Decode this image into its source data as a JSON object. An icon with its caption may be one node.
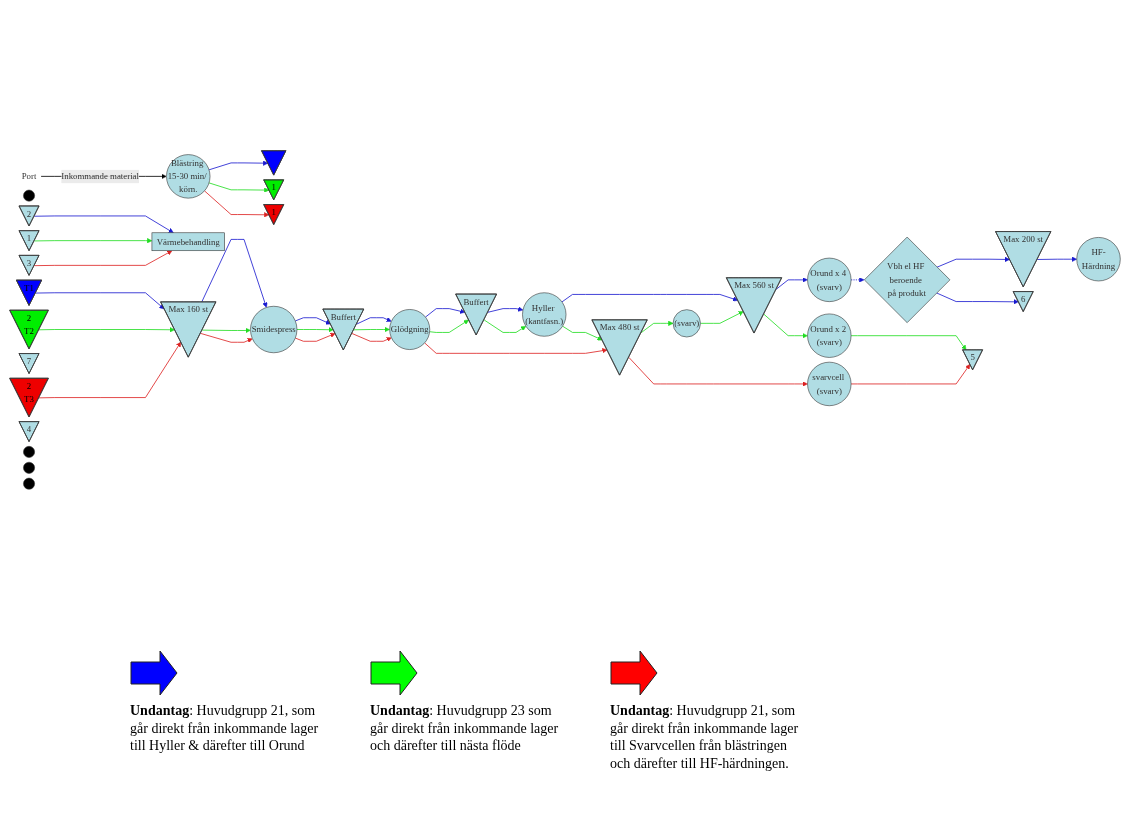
{
  "diagram": {
    "nodes": [
      {
        "text": [
          "Port"
        ]
      },
      {
        "text": [
          "Blästring 15-30 min/ körn."
        ]
      },
      {
        "text": [
          "Glödgning"
        ]
      },
      {
        "text": [
          "Max 480 st"
        ]
      },
      {
        "text": [
          "(svarv)"
        ]
      },
      {
        "text": [
          "svarvcell (svarv)"
        ]
      },
      {
        "text": [],
        "shape": "circle"
      },
      {
        "text": [
          "Orund x 2 (svarv)"
        ]
      },
      {
        "text": [
          "Värmebehandling"
        ]
      },
      {
        "text": [
          "Buffert"
        ]
      },
      {
        "text": [],
        "shape": "triangle"
      },
      {
        "text": [
          "T1"
        ]
      },
      {
        "text": [
          "1"
        ]
      },
      {
        "text": [
          "2",
          "T2"
        ]
      },
      {
        "text": [
          "1"
        ]
      },
      {
        "text": [
          "2",
          "T3"
        ]
      },
      {
        "text": [
          "5"
        ]
      },
      {
        "text": [
          "1"
        ]
      },
      {
        "text": [
          "6"
        ]
      },
      {
        "text": [
          "2"
        ]
      },
      {
        "text": [
          "7"
        ]
      },
      {
        "text": [
          "3"
        ]
      },
      {
        "text": [
          "4"
        ]
      },
      {
        "text": [
          "Vbh el HF beroende på produkt"
        ]
      },
      {
        "text": [
          "Buffert"
        ]
      },
      {
        "text": [
          "Max 200 st"
        ]
      },
      {
        "text": [
          "Hyller (kantfasn.)"
        ]
      },
      {
        "text": [],
        "shape": "circle"
      },
      {
        "text": [
          "Max 160 st"
        ]
      },
      {
        "text": [
          "Smidespress"
        ]
      },
      {
        "text": [],
        "shape": "circle"
      },
      {
        "text": [],
        "shape": "circle"
      },
      {
        "text": [
          "HF-Härdning"
        ]
      },
      {
        "text": [
          "Max 560 st"
        ]
      },
      {
        "text": [
          "Orund x 4 (svarv)"
        ]
      }
    ],
    "edges": [
      {
        "from": 0,
        "to": 1,
        "arrow": "to",
        "label": "Inkommande material",
        "color": "#000000"
      },
      {
        "from": 1,
        "to": 10,
        "arrow": "to"
      },
      {
        "from": 11,
        "to": 28,
        "arrow": "to"
      },
      {
        "from": 2,
        "to": 24,
        "arrow": "to"
      },
      {
        "from": 24,
        "to": 26,
        "arrow": "to"
      },
      {
        "from": 9,
        "to": 2,
        "arrow": "to"
      },
      {
        "from": 29,
        "to": 9,
        "arrow": "to"
      },
      {
        "from": 28,
        "to": 29,
        "arrow": "to"
      },
      {
        "from": 26,
        "to": 33,
        "arrow": "to"
      },
      {
        "from": 23,
        "to": 25,
        "arrow": "to"
      },
      {
        "from": 25,
        "to": 32,
        "arrow": "to"
      },
      {
        "from": 33,
        "to": 34,
        "arrow": "to"
      },
      {
        "from": 34,
        "to": 23,
        "arrow": "to",
        "style": "dashed"
      },
      {
        "from": 23,
        "to": 18,
        "arrow": "to"
      },
      {
        "from": 19,
        "to": 8,
        "arrow": "to"
      },
      {
        "from": 1,
        "to": 12,
        "arrow": "to",
        "color": "#22dd22"
      },
      {
        "from": 13,
        "to": 28,
        "arrow": "to",
        "color": "#22dd22"
      },
      {
        "from": 2,
        "to": 24,
        "arrow": "to",
        "color": "#22dd22"
      },
      {
        "from": 24,
        "to": 26,
        "arrow": "to",
        "color": "#22dd22"
      },
      {
        "from": 9,
        "to": 2,
        "arrow": "to",
        "color": "#22dd22"
      },
      {
        "from": 29,
        "to": 9,
        "arrow": "to",
        "color": "#22dd22"
      },
      {
        "from": 28,
        "to": 29,
        "arrow": "to",
        "color": "#22dd22"
      },
      {
        "from": 26,
        "to": 3,
        "arrow": "to",
        "color": "#22dd22"
      },
      {
        "from": 3,
        "to": 4,
        "arrow": "to",
        "color": "#22dd22"
      },
      {
        "from": 4,
        "to": 33,
        "arrow": "to",
        "color": "#22dd22"
      },
      {
        "from": 33,
        "to": 7,
        "arrow": "to",
        "color": "#22dd22"
      },
      {
        "from": 7,
        "to": 16,
        "arrow": "to",
        "color": "#22dd22"
      },
      {
        "from": 17,
        "to": 8,
        "arrow": "to",
        "color": "#22dd22"
      },
      {
        "from": 1,
        "to": 14,
        "arrow": "to",
        "color": "#dd2222"
      },
      {
        "from": 15,
        "to": 28,
        "arrow": "to",
        "color": "#dd2222"
      },
      {
        "from": 2,
        "to": 3,
        "arrow": "to",
        "color": "#dd2222"
      },
      {
        "from": 9,
        "to": 2,
        "arrow": "to",
        "color": "#dd2222"
      },
      {
        "from": 29,
        "to": 9,
        "arrow": "to",
        "color": "#dd2222"
      },
      {
        "from": 28,
        "to": 29,
        "arrow": "to",
        "color": "#dd2222"
      },
      {
        "from": 3,
        "to": 5,
        "arrow": "to",
        "color": "#dd2222"
      },
      {
        "from": 5,
        "to": 16,
        "arrow": "to",
        "color": "#dd2222"
      },
      {
        "from": 21,
        "to": 8,
        "arrow": "to",
        "color": "#dd2222"
      }
    ],
    "legend": [
      {
        "text": "**Undantag**: Huvudgrupp 21, som går direkt från inkommande lager till Hyller & därefter till Orund",
        "color": "#0000ff"
      },
      {
        "text": "**Undantag**: Huvudgrupp 23 som går direkt från inkommande lager och därefter till nästa flöde",
        "color": "#00ff00"
      },
      {
        "text": "**Undantag**: Huvudgrupp 21, som går direkt från inkommande lager till Svarvcellen från blästringen och därefter till HF-härdningen.",
        "color": "#ff0000"
      }
    ]
  }
}
